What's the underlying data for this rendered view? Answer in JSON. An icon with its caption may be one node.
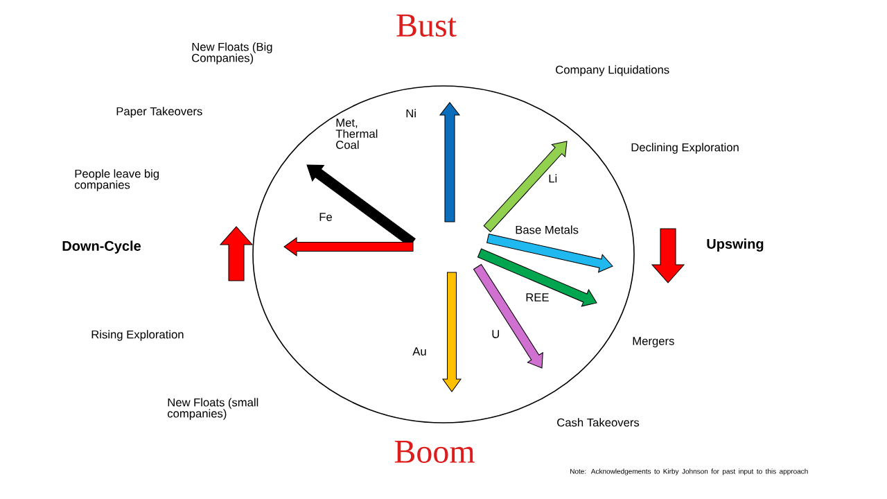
{
  "diagram": {
    "labels": [
      "Bust",
      "New Floats (Big Companies)",
      "Company Liquidations",
      "Paper Takeovers",
      "Ni",
      "Met, Thermal Coal",
      "Declining Exploration",
      "People leave big companies",
      "Li",
      "Fe",
      "Base Metals",
      "Upswing",
      "Down-Cycle",
      "REE",
      "Rising Exploration",
      "U",
      "Mergers",
      "Au",
      "New Floats (small companies)",
      "Cash Takeovers",
      "Boom",
      "Note: Acknowledgements to Kirby Johnson for past input to this approach"
    ]
  }
}
